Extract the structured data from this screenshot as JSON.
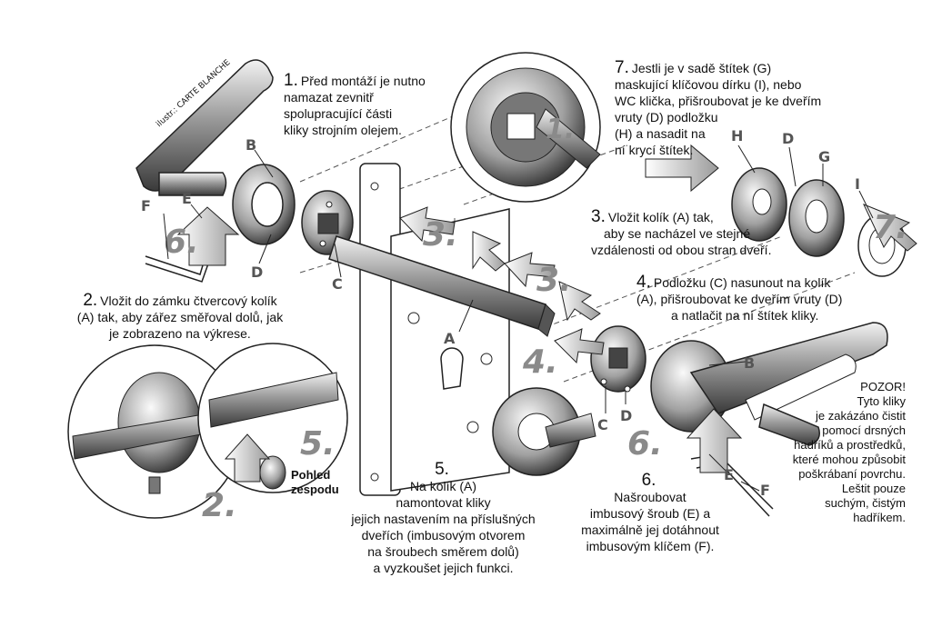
{
  "credit": "ilustr.: CARTE BLANCHE",
  "steps": {
    "s1": {
      "num": "1.",
      "lines": [
        "Před montáží je nutno",
        "namazat zevnitř",
        "spolupracující části",
        "kliky strojním olejem."
      ]
    },
    "s2": {
      "num": "2.",
      "lines": [
        "Vložit do zámku čtvercový kolík",
        "(A) tak, aby zářez směřoval dolů, jak",
        "je zobrazeno na výkrese."
      ]
    },
    "s3": {
      "num": "3.",
      "lines": [
        "Vložit kolík (A) tak,",
        "aby se nacházel ve stejné",
        "vzdálenosti od obou stran dveří."
      ]
    },
    "s4": {
      "num": "4.",
      "lines": [
        "Podložku (C) nasunout na kolík",
        "(A), přišroubovat ke dveřím vruty (D)",
        "a natlačit na ní štítek kliky."
      ]
    },
    "s5": {
      "num": "5.",
      "lines": [
        "Na kolík (A)",
        "namontovat kliky",
        "jejich nastavením na příslušných",
        "dveřích (imbusovým otvorem",
        "na šroubech směrem dolů)",
        "a vyzkoušet jejich funkci."
      ]
    },
    "s6": {
      "num": "6.",
      "lines": [
        "Našroubovat",
        "imbusový šroub (E) a",
        "maximálně jej dotáhnout",
        "imbusovým klíčem (F)."
      ]
    },
    "s7": {
      "num": "7.",
      "lines": [
        "Jestli je v sadě štítek (G)",
        "maskující klíčovou dírku (I), nebo",
        "WC klička, přišroubovat je ke dveřím",
        "vruty (D) podložku",
        "(H) a nasadit na",
        "ní krycí štítek."
      ]
    }
  },
  "warning": {
    "title": "POZOR!",
    "lines": [
      "Tyto kliky",
      "je zakázáno čistit",
      "pomocí drsných",
      "hadříků a prostředků,",
      "které mohou způsobit",
      "poškrábaní povrchu.",
      "Leštit pouze",
      "suchým, čistým",
      "hadříkem."
    ]
  },
  "view_label": [
    "Pohled",
    "zespodu"
  ],
  "part_labels": {
    "A": "A",
    "B": "B",
    "C": "C",
    "D": "D",
    "E": "E",
    "F": "F",
    "G": "G",
    "H": "H",
    "I": "I"
  },
  "step_marks": {
    "m1": "1.",
    "m2": "2.",
    "m3": "3.",
    "m4": "4.",
    "m5": "5.",
    "m6": "6.",
    "m7": "7."
  },
  "colors": {
    "metal_dark": "#4a4a4a",
    "metal_light": "#d9d9d9",
    "outline": "#222222",
    "step_gray": "#8a8a8a"
  }
}
